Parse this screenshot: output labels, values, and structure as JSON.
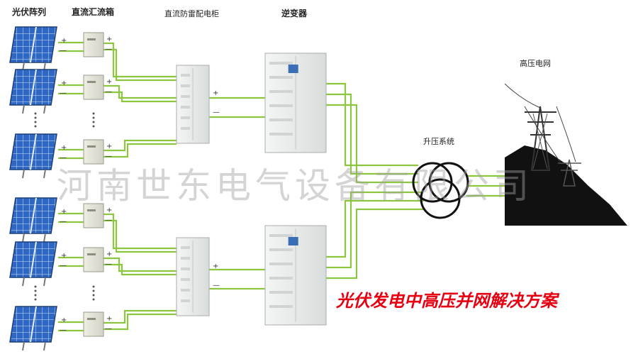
{
  "headers": {
    "pv_array": "光伏阵列",
    "combiner_box": "直流汇流箱",
    "dc_cabinet": "直流防雷配电柜",
    "inverter": "逆变器",
    "boost_system": "升压系统",
    "grid": "高压电网"
  },
  "signs": {
    "plus": "+",
    "minus": "—"
  },
  "watermark": "河南世东电气设备有限公司",
  "slogan": "光伏发电中高压并网解决方案",
  "colors": {
    "wire": "#8cc63f",
    "panel": "#2f68c4",
    "slogan": "#e60012"
  }
}
